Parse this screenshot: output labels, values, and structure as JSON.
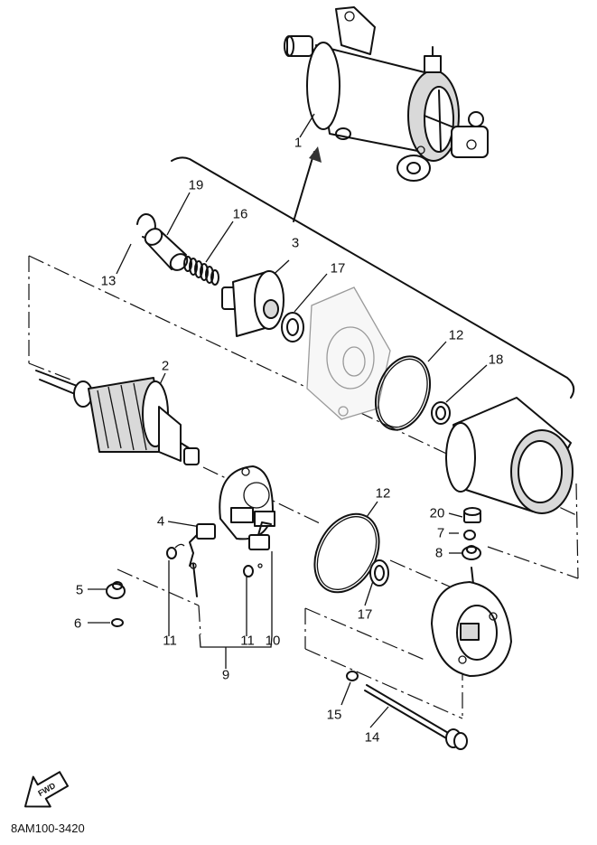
{
  "callouts": {
    "c1": "1",
    "c2": "2",
    "c3": "3",
    "c4": "4",
    "c5": "5",
    "c6": "6",
    "c7": "7",
    "c8": "8",
    "c9": "9",
    "c10": "10",
    "c11a": "11",
    "c11b": "11",
    "c12a": "12",
    "c12b": "12",
    "c13": "13",
    "c14": "14",
    "c15": "15",
    "c16": "16",
    "c17a": "17",
    "c17b": "17",
    "c18": "18",
    "c19": "19",
    "c20": "20"
  },
  "fwd_label": "FWD",
  "part_number": "8AM100-3420"
}
